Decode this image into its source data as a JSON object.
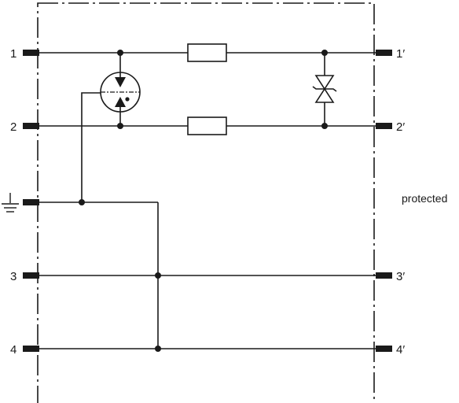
{
  "terminals_left": [
    "1",
    "2",
    "3",
    "4"
  ],
  "terminals_right": [
    "1′",
    "2′",
    "3′",
    "4′"
  ],
  "side_label": "protected",
  "icons": {
    "ground": "ground-icon",
    "gas_discharge_tube": "gas-discharge-tube-icon",
    "tvs_diode": "bidirectional-tvs-diode-icon",
    "resistor": "resistor-icon"
  }
}
